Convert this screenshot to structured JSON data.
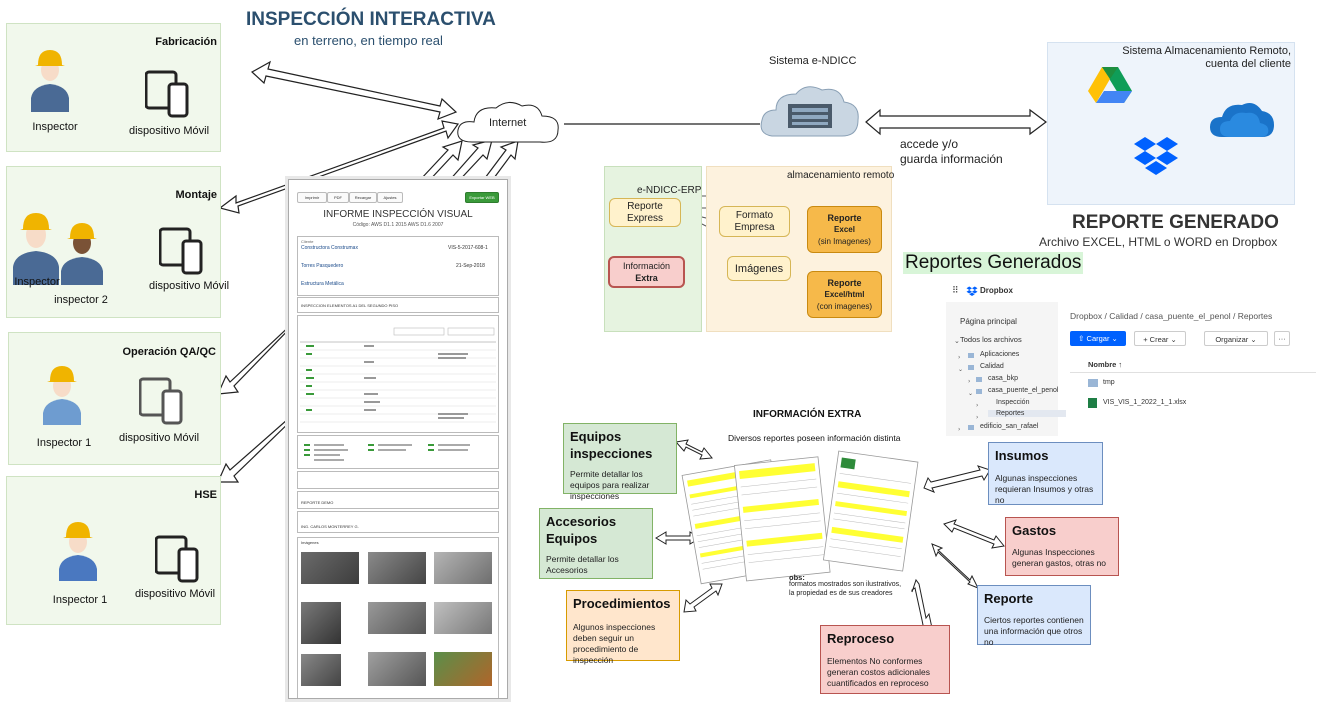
{
  "header": {
    "title": "INSPECCIÓN INTERACTIVA",
    "subtitle": "en terreno, en tiempo real"
  },
  "stations": [
    {
      "title": "Fabricación",
      "workers": [
        "Inspector"
      ],
      "device": "dispositivo Móvil"
    },
    {
      "title": "Montaje",
      "workers": [
        "Inspector",
        "inspector 2"
      ],
      "device": "dispositivo Móvil"
    },
    {
      "title": "Operación QA/QC",
      "workers": [
        "Inspector 1"
      ],
      "device": "dispositivo Móvil"
    },
    {
      "title": "HSE",
      "workers": [
        "Inspector 1"
      ],
      "device": "dispositivo Móvil"
    }
  ],
  "network": {
    "internet": "Internet",
    "system": "Sistema e-NDICC",
    "access_label_1": "accede y/o",
    "access_label_2": "guarda información"
  },
  "storage": {
    "title_1": "Sistema Almacenamiento Remoto,",
    "title_2": "cuenta del cliente",
    "icons": [
      "google-drive-icon",
      "dropbox-icon",
      "onedrive-icon"
    ],
    "report_title": "REPORTE GENERADO",
    "report_subtitle": "Archivo EXCEL, HTML o WORD en Dropbox"
  },
  "flow": {
    "erp_label": "e-NDICC-ERP",
    "remote_label": "almacenamiento remoto",
    "reporte_express": "Reporte Express",
    "info_extra_1": "Información",
    "info_extra_2": "Extra",
    "formato_empresa": "Formato Empresa",
    "imagenes": "Imágenes",
    "reporte_excel_1": "Reporte",
    "reporte_excel_2": "Excel",
    "reporte_excel_3": "(sin Imagenes)",
    "reporte_html_1": "Reporte",
    "reporte_html_2": "Excel/html",
    "reporte_html_3": "(con imagenes)"
  },
  "document": {
    "buttons": [
      "Imprimir",
      "PDF",
      "Recargar",
      "Ajustes"
    ],
    "export_button": "Exportar WEB",
    "title": "INFORME INSPECCIÓN VISUAL",
    "code": "Código: AWS D1.1 2015 AWS D1.6 2007",
    "client_label": "Cliente",
    "client": "Constructora Construmax",
    "folio": "VIS-5-2017-608-1",
    "inspector": "Torres Pasquedero",
    "date": "21-Sep-2018",
    "project": "Estructura Metálica",
    "scope": "INSPECCION ELEMENTOS A1 DEL SEGUNDO PISO",
    "observation": "REPORTE DEMO",
    "signer": "ING. CARLOS MONTERREY G.",
    "images_label": "Imágenes"
  },
  "dropbox": {
    "title": "Reportes Generados",
    "logo": "Dropbox",
    "breadcrumb": "Dropbox / Calidad / casa_puente_el_penol / Reportes",
    "sidebar_main": "Página principal",
    "sidebar_all": "Todos los archivos",
    "folders": [
      "Aplicaciones",
      "Calidad",
      "casa_bkp",
      "casa_puente_el_penol",
      "Inspección",
      "Reportes",
      "edificio_san_rafael"
    ],
    "btn_upload": "Cargar",
    "btn_create": "Crear",
    "btn_organize": "Organizar",
    "col_name": "Nombre",
    "files": [
      "tmp",
      "VIS_VIS_1_2022_1_1.xlsx"
    ]
  },
  "extra": {
    "title": "INFORMACIÓN EXTRA",
    "subtitle": "Diversos reportes poseen información distinta",
    "obs_1": "obs:",
    "obs_2": "formatos mostrados son ilustrativos,",
    "obs_3": "la propiedad es de sus creadores",
    "equipos_title": "Equipos inspecciones",
    "equipos_text": "Permite detallar los equipos para realizar inspecciones",
    "accesorios_title": "Accesorios Equipos",
    "accesorios_text": "Permite detallar los Accesorios",
    "procedimientos_title": "Procedimientos",
    "procedimientos_text": "Algunos inspecciones deben seguir un procedimiento de inspección",
    "reproceso_title": "Reproceso",
    "reproceso_text": "Elementos No conformes generan costos adicionales cuantificados en reproceso",
    "insumos_title": "Insumos",
    "insumos_text": "Algunas inspecciones requieran Insumos y otras no",
    "gastos_title": "Gastos",
    "gastos_text": "Algunas Inspecciones generan gastos, otras no",
    "reporte_title": "Reporte",
    "reporte_text": "Ciertos reportes contienen una información que otros no"
  }
}
